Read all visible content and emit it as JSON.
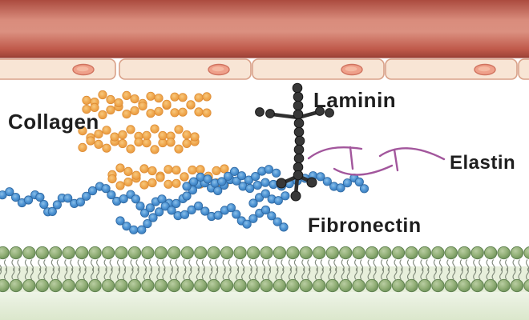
{
  "diagram": {
    "labels": {
      "collagen": "Collagen",
      "laminin": "Laminin",
      "elastin": "Elastin",
      "fibronectin": "Fibronectin"
    },
    "colors": {
      "collagen_bead": "#f0a74f",
      "fibronectin_bead": "#4a90cf",
      "laminin_molecule": "#333333",
      "elastin_fiber": "#a2569c",
      "membrane_bead": "#8fac73",
      "tissue_band_top": "#ab4b3f",
      "tissue_band_mid": "#db9080",
      "cell_fill": "#f8e5d5",
      "cell_border": "#d9a189",
      "nucleus_fill": "#efa08a",
      "cytoplasm_band": "#e7efdb",
      "label_text": "#1e1e1e"
    },
    "icons": [
      "collagen-triple-helix-icon",
      "laminin-cross-icon",
      "elastin-crosslink-icon",
      "fibronectin-chain-icon",
      "phospholipid-bilayer-icon",
      "epithelial-cell-icon"
    ]
  }
}
